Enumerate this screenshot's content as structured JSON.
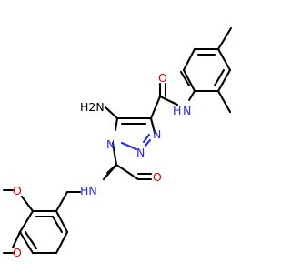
{
  "molecule": {
    "atoms": {
      "amine_label": "H2N",
      "amide_nh_right": "H",
      "amide_n_right": "N",
      "amide_o_right": "O",
      "triazole_n1": "N",
      "triazole_n2": "N",
      "triazole_n3": "N",
      "amide_o_left": "O",
      "amide_nh_left": "HN",
      "methoxy_o_upper": "O",
      "methoxy_o_lower": "O"
    },
    "colors": {
      "carbon": "#000000",
      "nitrogen": "#2929e6",
      "oxygen": "#e00000"
    }
  }
}
